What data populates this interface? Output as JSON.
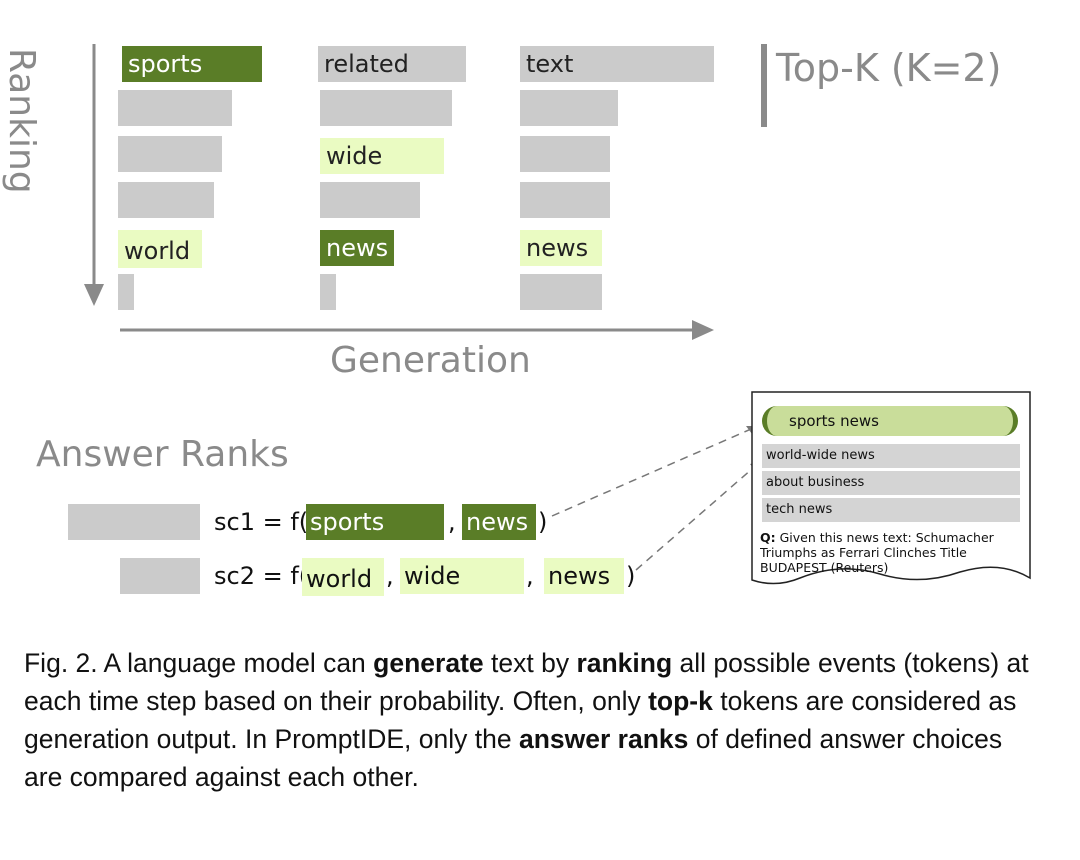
{
  "diagram": {
    "axes": {
      "y_label": "Ranking",
      "x_label": "Generation"
    },
    "topk_label": "Top-K (K=2)",
    "columns": [
      {
        "bars": [
          {
            "label": "sports",
            "style": "dark"
          },
          {
            "label": "",
            "style": "gray"
          },
          {
            "label": "",
            "style": "gray"
          },
          {
            "label": "",
            "style": "gray"
          },
          {
            "label": "world",
            "style": "light"
          },
          {
            "label": "",
            "style": "gray"
          }
        ]
      },
      {
        "bars": [
          {
            "label": "related",
            "style": "gray"
          },
          {
            "label": "",
            "style": "gray"
          },
          {
            "label": "wide",
            "style": "light"
          },
          {
            "label": "",
            "style": "gray"
          },
          {
            "label": "news",
            "style": "dark"
          },
          {
            "label": "",
            "style": "gray"
          }
        ]
      },
      {
        "bars": [
          {
            "label": "text",
            "style": "gray"
          },
          {
            "label": "",
            "style": "gray"
          },
          {
            "label": "",
            "style": "gray"
          },
          {
            "label": "",
            "style": "gray"
          },
          {
            "label": "news",
            "style": "light"
          },
          {
            "label": "",
            "style": "gray"
          }
        ]
      }
    ],
    "answer_ranks": {
      "title": "Answer Ranks",
      "rows": [
        {
          "prefix": "sc1 = f(",
          "tokens": [
            {
              "label": "sports",
              "style": "dark"
            },
            {
              "label": "news",
              "style": "dark"
            }
          ],
          "separators": [
            ","
          ],
          "suffix": ")"
        },
        {
          "prefix": "sc2 = f(",
          "tokens": [
            {
              "label": "world",
              "style": "light"
            },
            {
              "label": "wide",
              "style": "light"
            },
            {
              "label": "news",
              "style": "light"
            }
          ],
          "separators": [
            ",",
            ","
          ],
          "suffix": ")"
        }
      ]
    },
    "card": {
      "selected": "sports news",
      "options": [
        "world-wide news",
        "about business",
        "tech news"
      ],
      "question_label": "Q:",
      "question_text": " Given this news text: Schumacher Triumphs as Ferrari Clinches Title BUDAPEST (Reuters)"
    }
  },
  "caption": {
    "parts": [
      {
        "text": "Fig. 2.  A language model can ",
        "bold": false
      },
      {
        "text": "generate",
        "bold": true
      },
      {
        "text": " text by ",
        "bold": false
      },
      {
        "text": "ranking",
        "bold": true
      },
      {
        "text": " all possible events (tokens) at each time step based on their probability. Often, only ",
        "bold": false
      },
      {
        "text": "top-k",
        "bold": true
      },
      {
        "text": " tokens are considered as generation output. In PromptIDE, only the ",
        "bold": false
      },
      {
        "text": "answer ranks",
        "bold": true
      },
      {
        "text": " of defined answer choices are compared against each other.",
        "bold": false
      }
    ]
  },
  "colors": {
    "dark_green": "#5a7d27",
    "light_green": "#eafbc2",
    "gray": "#cbcbcb",
    "axis": "#8a8a8a"
  }
}
